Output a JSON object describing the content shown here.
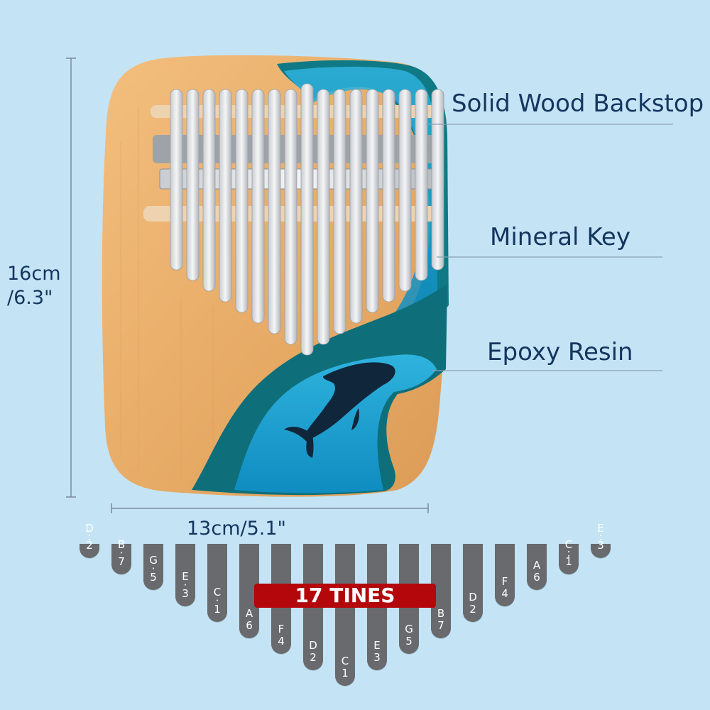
{
  "callouts": {
    "backstop": "Solid Wood Backstop",
    "key": "Mineral Key",
    "resin": "Epoxy Resin"
  },
  "dimensions": {
    "height_cm": "16cm",
    "height_in": "/6.3\"",
    "width": "13cm/5.1\""
  },
  "tine_banner": "17 TINES",
  "tines": [
    {
      "note": "D",
      "num": "2",
      "dots": "upper"
    },
    {
      "note": "B",
      "num": "7",
      "dots": "one"
    },
    {
      "note": "G",
      "num": "5",
      "dots": "one"
    },
    {
      "note": "E",
      "num": "3",
      "dots": "one"
    },
    {
      "note": "C",
      "num": "1",
      "dots": "one"
    },
    {
      "note": "A",
      "num": "6",
      "dots": "none"
    },
    {
      "note": "F",
      "num": "4",
      "dots": "none"
    },
    {
      "note": "D",
      "num": "2",
      "dots": "none"
    },
    {
      "note": "C",
      "num": "1",
      "dots": "none"
    },
    {
      "note": "E",
      "num": "3",
      "dots": "none"
    },
    {
      "note": "G",
      "num": "5",
      "dots": "none"
    },
    {
      "note": "B",
      "num": "7",
      "dots": "none"
    },
    {
      "note": "D",
      "num": "2",
      "dots": "none"
    },
    {
      "note": "F",
      "num": "4",
      "dots": "none"
    },
    {
      "note": "A",
      "num": "6",
      "dots": "none"
    },
    {
      "note": "C",
      "num": "1",
      "dots": "upper"
    },
    {
      "note": "E",
      "num": "3",
      "dots": "upper"
    }
  ],
  "colors": {
    "background": "#c4e4f6",
    "text": "#14355e",
    "tine": "#686a6d",
    "banner": "#b3070b",
    "wood": "#e8ad68",
    "resin": "#1f9cc9",
    "resin_dark": "#0e6f7a"
  }
}
